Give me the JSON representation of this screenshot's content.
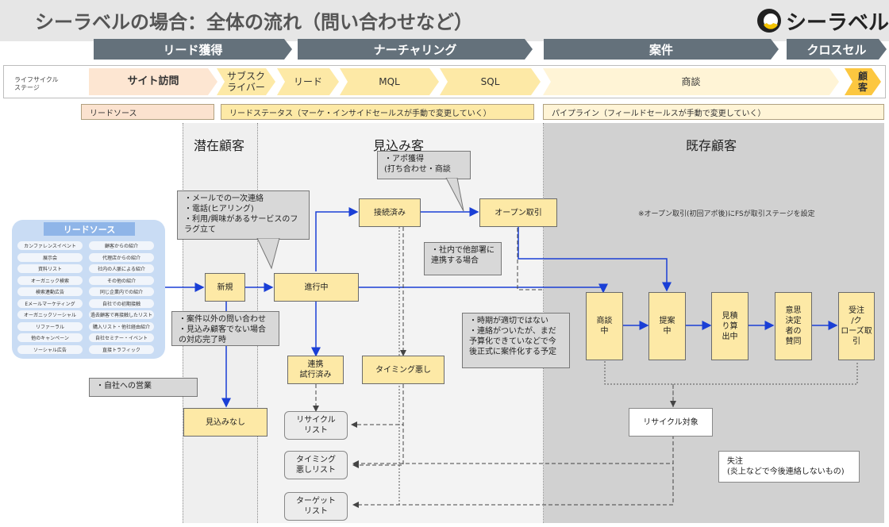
{
  "title": "シーラベルの場合：全体の流れ（問い合わせなど）",
  "logo": {
    "text": "シーラベル"
  },
  "phases": [
    "リード獲得",
    "ナーチャリング",
    "案件",
    "クロスセル"
  ],
  "lifecycle_label": "ライフサイクル\nステージ",
  "stages": [
    "サイト訪問",
    "サブスク\nライバー",
    "リード",
    "MQL",
    "SQL",
    "商談",
    "顧\n客"
  ],
  "source_bars": {
    "lead_source": "リードソース",
    "lead_status": "リードステータス（マーケ・インサイドセールスが手動で変更していく）",
    "pipeline": "パイプライン（フィールドセールスが手動で変更していく）"
  },
  "zones": {
    "latent": "潜在顧客",
    "prospect": "見込み客",
    "existing": "既存顧客"
  },
  "lead_sources": {
    "title": "リードソース",
    "items": [
      "カンファレンスイベント",
      "顧客からの紹介",
      "展示会",
      "代理店からの紹介",
      "資料リスト",
      "社内の人脈による紹介",
      "オーガニック検索",
      "その他の紹介",
      "検索連動広告",
      "同じ企業内での紹介",
      "Eメールマーケティング",
      "自社での初期接触",
      "オーガニックソーシャル",
      "過去顧客で再接触したリスト",
      "リファーラル",
      "購入リスト・他社経由紹介",
      "他のキャンペーン",
      "自社セミナー・イベント",
      "ソーシャル広告",
      "直接トラフィック"
    ]
  },
  "nodes": {
    "new": "新規",
    "in_progress": "進行中",
    "connected": "接続済み",
    "open_deal": "オープン取引",
    "tried": "連携\n試行済み",
    "bad_timing": "タイミング悪し",
    "no_prospect": "見込みなし",
    "recycle_list": "リサイクル\nリスト",
    "timing_list": "タイミング\n悪しリスト",
    "target_list": "ターゲット\nリスト",
    "negotiation": "商談\n中",
    "proposal": "提案\n中",
    "estimate": "見積\nり算\n出中",
    "decision": "意思\n決定\n者の\n賛同",
    "closed": "受注\n/ク\nローズ取\n引",
    "recycle_target": "リサイクル対象",
    "lost": "失注\n(炎上などで今後連絡しないもの)"
  },
  "callouts": {
    "contact": "・メールでの一次連絡\n・電話(ヒアリング)\n・利用/興味があるサービスのフラグ立て",
    "appointment": "・アポ獲得\n(打ち合わせ・商談",
    "internal": "・社内で他部署に\n連携する場合",
    "no_case": "・案件以外の問い合わせ\n・見込み顧客でない場合\nの対応完了時",
    "timing": "・時期が適切ではない\n・連絡がついたが、まだ\n予算化できていなどで今\n後正式に案件化する予定",
    "self_sales": "・自社への営業",
    "open_note": "※オープン取引(初回アポ後)にFSが取引ステージを設定"
  }
}
